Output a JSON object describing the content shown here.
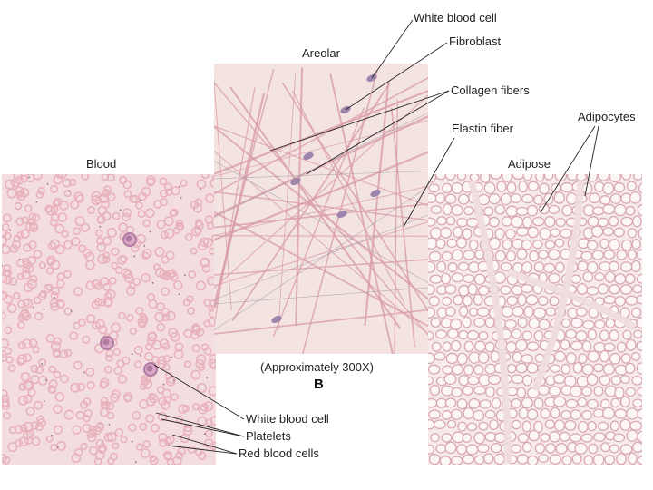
{
  "figure": {
    "panel_letter": "B",
    "magnification": "(Approximately 300X)"
  },
  "panels": {
    "areolar": {
      "title": "Areolar"
    },
    "blood": {
      "title": "Blood"
    },
    "adipose": {
      "title": "Adipose"
    }
  },
  "labels": {
    "white_blood_cell_top": "White blood cell",
    "fibroblast": "Fibroblast",
    "collagen_fibers": "Collagen fibers",
    "elastin_fiber": "Elastin fiber",
    "adipocytes": "Adipocytes",
    "white_blood_cell_bottom": "White blood cell",
    "platelets": "Platelets",
    "red_blood_cells": "Red blood cells"
  },
  "colors": {
    "blood_bg": "#f4dde0",
    "rbc": "#e8b2bc",
    "wbc": "#b07aa3",
    "areolar_bg": "#f3e4e2",
    "collagen": "#d99aa6",
    "elastin": "#a69aa4",
    "nucleus": "#9c84ad",
    "adipose_bg": "#f6eaea",
    "adipocyte_border": "#d9a9b3"
  }
}
